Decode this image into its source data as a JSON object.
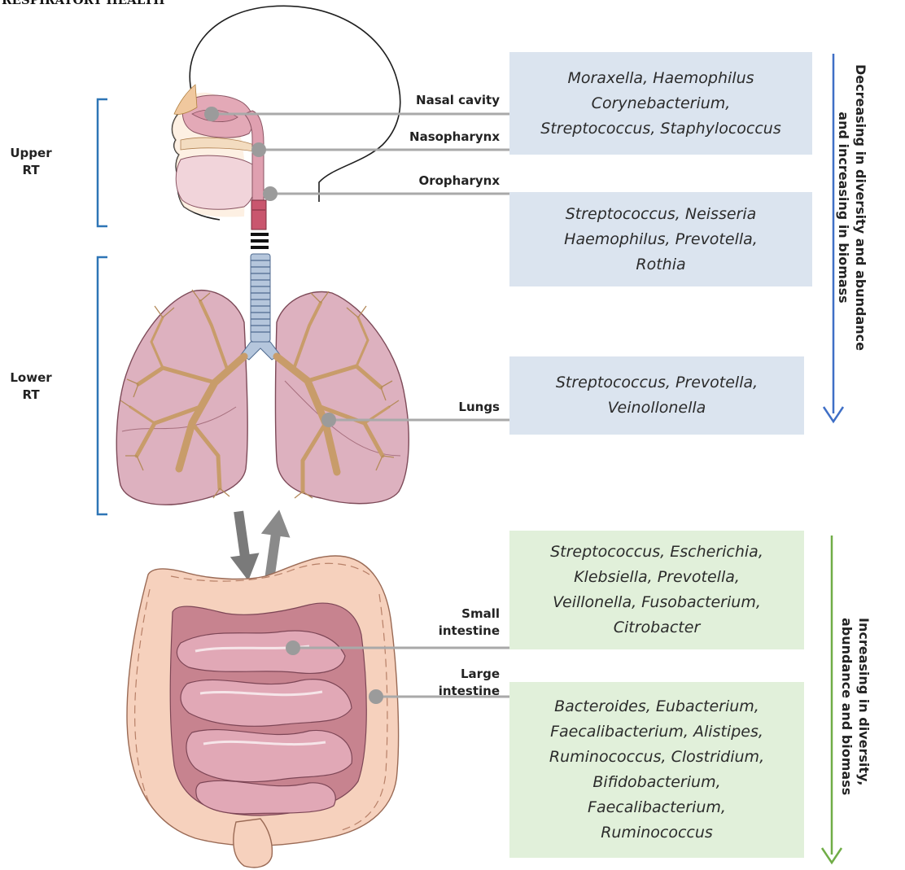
{
  "header_fragment": "RESPIRATORY HEALTH",
  "brackets": [
    {
      "id": "upper",
      "lines": [
        "Upper",
        "RT"
      ]
    },
    {
      "id": "lower",
      "lines": [
        "Lower",
        "RT"
      ]
    }
  ],
  "organ_labels": {
    "nasal_cavity": [
      "Nasal cavity"
    ],
    "nasopharynx": [
      "Nasopharynx"
    ],
    "oropharynx": [
      "Oropharynx"
    ],
    "lungs": [
      "Lungs"
    ],
    "small_intestine": [
      "Small",
      "intestine"
    ],
    "large_intestine": [
      "Large",
      "intestine"
    ]
  },
  "boxes": [
    {
      "id": "upper_airway_box",
      "lines": [
        "Moraxella, Haemophilus",
        "Corynebacterium,",
        "Streptococcus, Staphylococcus"
      ]
    },
    {
      "id": "oropharynx_box",
      "lines": [
        "Streptococcus, Neisseria",
        "Haemophilus, Prevotella,",
        "Rothia"
      ]
    },
    {
      "id": "lungs_box",
      "lines": [
        "Streptococcus, Prevotella,",
        "Veinollonella"
      ]
    },
    {
      "id": "small_intestine_box",
      "lines": [
        "Streptococcus, Escherichia,",
        "Klebsiella, Prevotella,",
        "Veillonella, Fusobacterium,",
        "Citrobacter"
      ]
    },
    {
      "id": "large_intestine_box",
      "lines": [
        "Bacteroides, Eubacterium,",
        "Faecalibacterium, Alistipes,",
        "Ruminococcus, Clostridium,",
        "Bifidobacterium,",
        "Faecalibacterium,",
        "Ruminococcus"
      ]
    }
  ],
  "gradient_labels": {
    "respiratory": [
      "Decreasing in diversity and abundance",
      "and increasing in biomass"
    ],
    "gut": [
      "Increasing in diversity,",
      "abundance and biomass"
    ]
  },
  "colors": {
    "bracket_blue": "#2e75b6",
    "arrow_blue": "#3f6fc6",
    "arrow_green": "#70ad47",
    "blue_box": "#dbe4ef",
    "green_box": "#e1f0da",
    "tissue_pink": "#e8c3cc",
    "bowel_peach": "#f6d4c2",
    "airway_tan": "#f3dcc0"
  }
}
